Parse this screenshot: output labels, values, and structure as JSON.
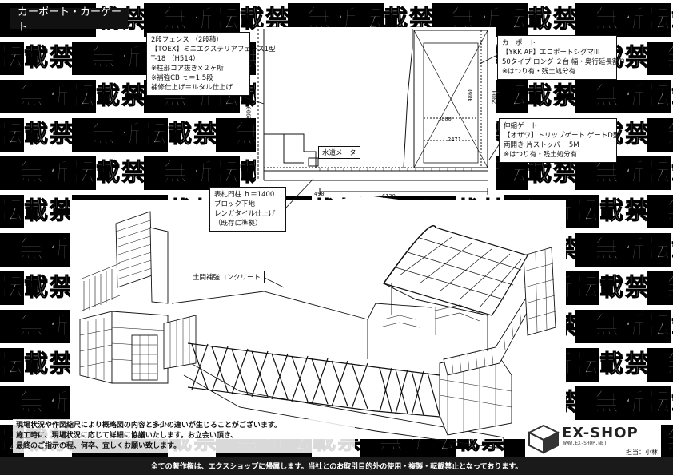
{
  "title": "カーポート・カーゲート",
  "watermark": "無断転載禁止",
  "notes": {
    "fence": [
      "2段フェンス （2段積）",
      "【TOEX】ミニエクステリアフェンス1型",
      "T-18 （H514）",
      "※柱部コア抜き×２ヶ所",
      "※補強CB ｔ＝1.5段",
      "補修仕上げ＝ルタル仕上げ"
    ],
    "carport": [
      "カーポート",
      "【YKK AP】エコポートシグマIII",
      "50タイプ ロング ２台 幅・奥行延長割り",
      "※はつり有・残土処分有"
    ],
    "gate": [
      "伸縮ゲート",
      "【オザワ】トリップゲート ゲートD型",
      "両開き 片ストッパー 5M",
      "※はつり有・残土処分有"
    ],
    "gatepost": [
      "表札門柱 ｈ＝1400",
      "ブロック下地",
      "レンガタイル仕上げ",
      "（既存に準拠）"
    ],
    "drain": "水道メータ",
    "concrete": "土間補強コンクリート"
  },
  "dims": {
    "w1": "6130",
    "d1": "3800",
    "h1": "4860",
    "h2": "2900",
    "h3": "2900",
    "w2": "2471",
    "w3": "490"
  },
  "disclaimer": [
    "現場状況や作図縮尺により概略図の内容と多少の違いが生じることがございます。",
    "施工時に、現場状況に応じて詳細に協議いたします。お立会い頂き、",
    "最終のご指示の程、何卒、宜しくお願い致します。"
  ],
  "logo": {
    "name": "EX-SHOP",
    "url": "WWW.EX-SHOP.NET",
    "staff": "担当：小林"
  },
  "footer": "全ての著作権は、エクスショップに帰属します。当社とのお取引目的外の使用・複製・転載禁止となっております。"
}
